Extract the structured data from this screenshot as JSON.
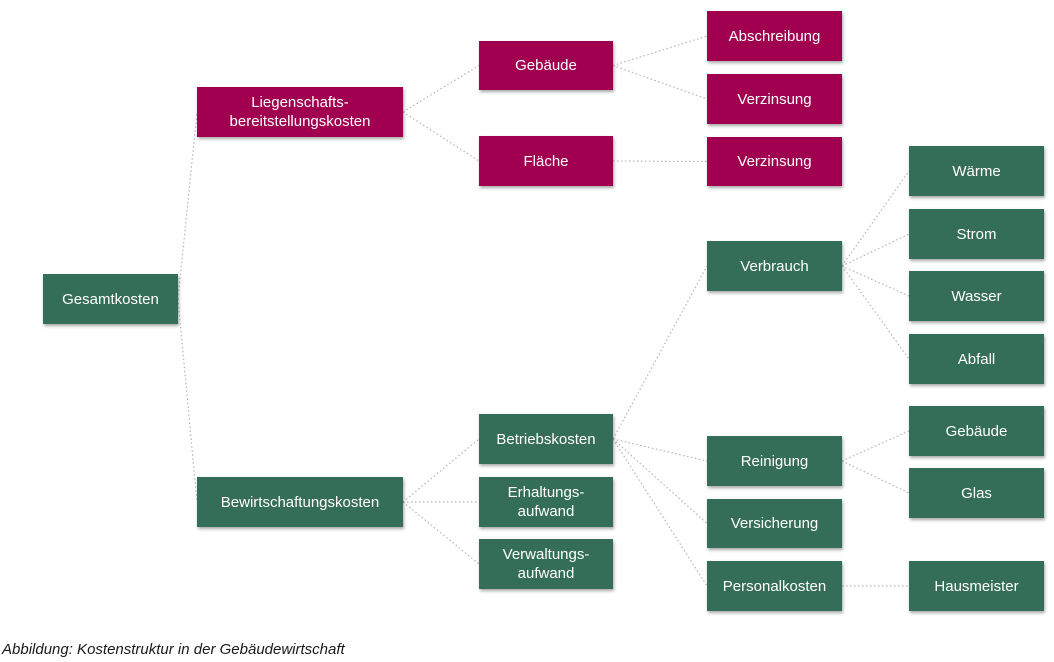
{
  "colors": {
    "green": "#356e58",
    "red": "#a0004f",
    "edge": "#b5b5b5"
  },
  "nodes": {
    "gesamtkosten": "Gesamtkosten",
    "liegenschaft": "Liegenschafts-\nbereitstellungskosten",
    "bewirtschaftung": "Bewirtschaftungskosten",
    "gebaeude_red": "Gebäude",
    "flaeche": "Fläche",
    "abschreibung": "Abschreibung",
    "verzinsung_1": "Verzinsung",
    "verzinsung_2": "Verzinsung",
    "betriebskosten": "Betriebskosten",
    "erhaltung": "Erhaltungs-\naufwand",
    "verwaltung": "Verwaltungs-\naufwand",
    "verbrauch": "Verbrauch",
    "reinigung": "Reinigung",
    "versicherung": "Versicherung",
    "personalkosten": "Personalkosten",
    "waerme": "Wärme",
    "strom": "Strom",
    "wasser": "Wasser",
    "abfall": "Abfall",
    "gebaeude_green": "Gebäude",
    "glas": "Glas",
    "hausmeister": "Hausmeister"
  },
  "edges": [
    [
      "gesamtkosten",
      "liegenschaft"
    ],
    [
      "gesamtkosten",
      "bewirtschaftung"
    ],
    [
      "liegenschaft",
      "gebaeude_red"
    ],
    [
      "liegenschaft",
      "flaeche"
    ],
    [
      "gebaeude_red",
      "abschreibung"
    ],
    [
      "gebaeude_red",
      "verzinsung_1"
    ],
    [
      "flaeche",
      "verzinsung_2"
    ],
    [
      "bewirtschaftung",
      "betriebskosten"
    ],
    [
      "bewirtschaftung",
      "erhaltung"
    ],
    [
      "bewirtschaftung",
      "verwaltung"
    ],
    [
      "betriebskosten",
      "verbrauch"
    ],
    [
      "betriebskosten",
      "reinigung"
    ],
    [
      "betriebskosten",
      "versicherung"
    ],
    [
      "betriebskosten",
      "personalkosten"
    ],
    [
      "verbrauch",
      "waerme"
    ],
    [
      "verbrauch",
      "strom"
    ],
    [
      "verbrauch",
      "wasser"
    ],
    [
      "verbrauch",
      "abfall"
    ],
    [
      "reinigung",
      "gebaeude_green"
    ],
    [
      "reinigung",
      "glas"
    ],
    [
      "personalkosten",
      "hausmeister"
    ]
  ],
  "caption": "Abbildung: Kostenstruktur in der Gebäudewirtschaft"
}
